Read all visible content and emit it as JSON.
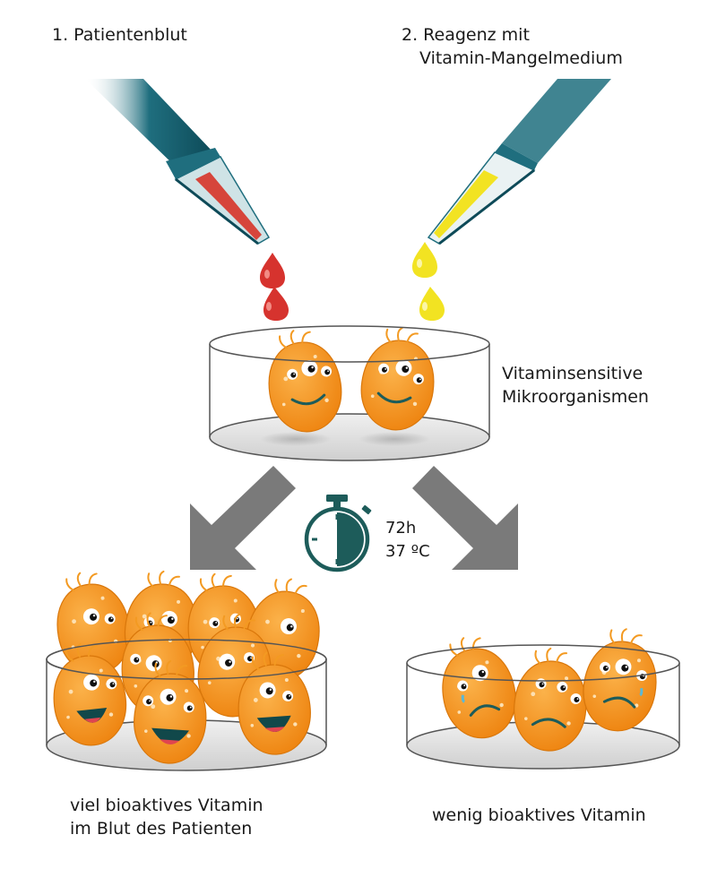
{
  "labels": {
    "blood": "1. Patientenblut",
    "reagent_line1": "2. Reagenz mit",
    "reagent_line2": "Vitamin-Mangelmedium",
    "micro_line1": "Vitaminsensitive",
    "micro_line2": "Mikroorganismen",
    "time": "72h",
    "temperature": "37 ºC",
    "left_result_line1": "viel bioaktives Vitamin",
    "left_result_line2": "im Blut des Patienten",
    "right_result": "wenig bioaktives Vitamin"
  },
  "icons": {
    "timer": "stopwatch-icon"
  },
  "colors": {
    "pipette": "#1f6e7e",
    "blood": "#d6332e",
    "reagent": "#f2e322",
    "organism": "#f39a22",
    "arrow": "#7a7a7a",
    "timer": "#1d5c5a"
  }
}
